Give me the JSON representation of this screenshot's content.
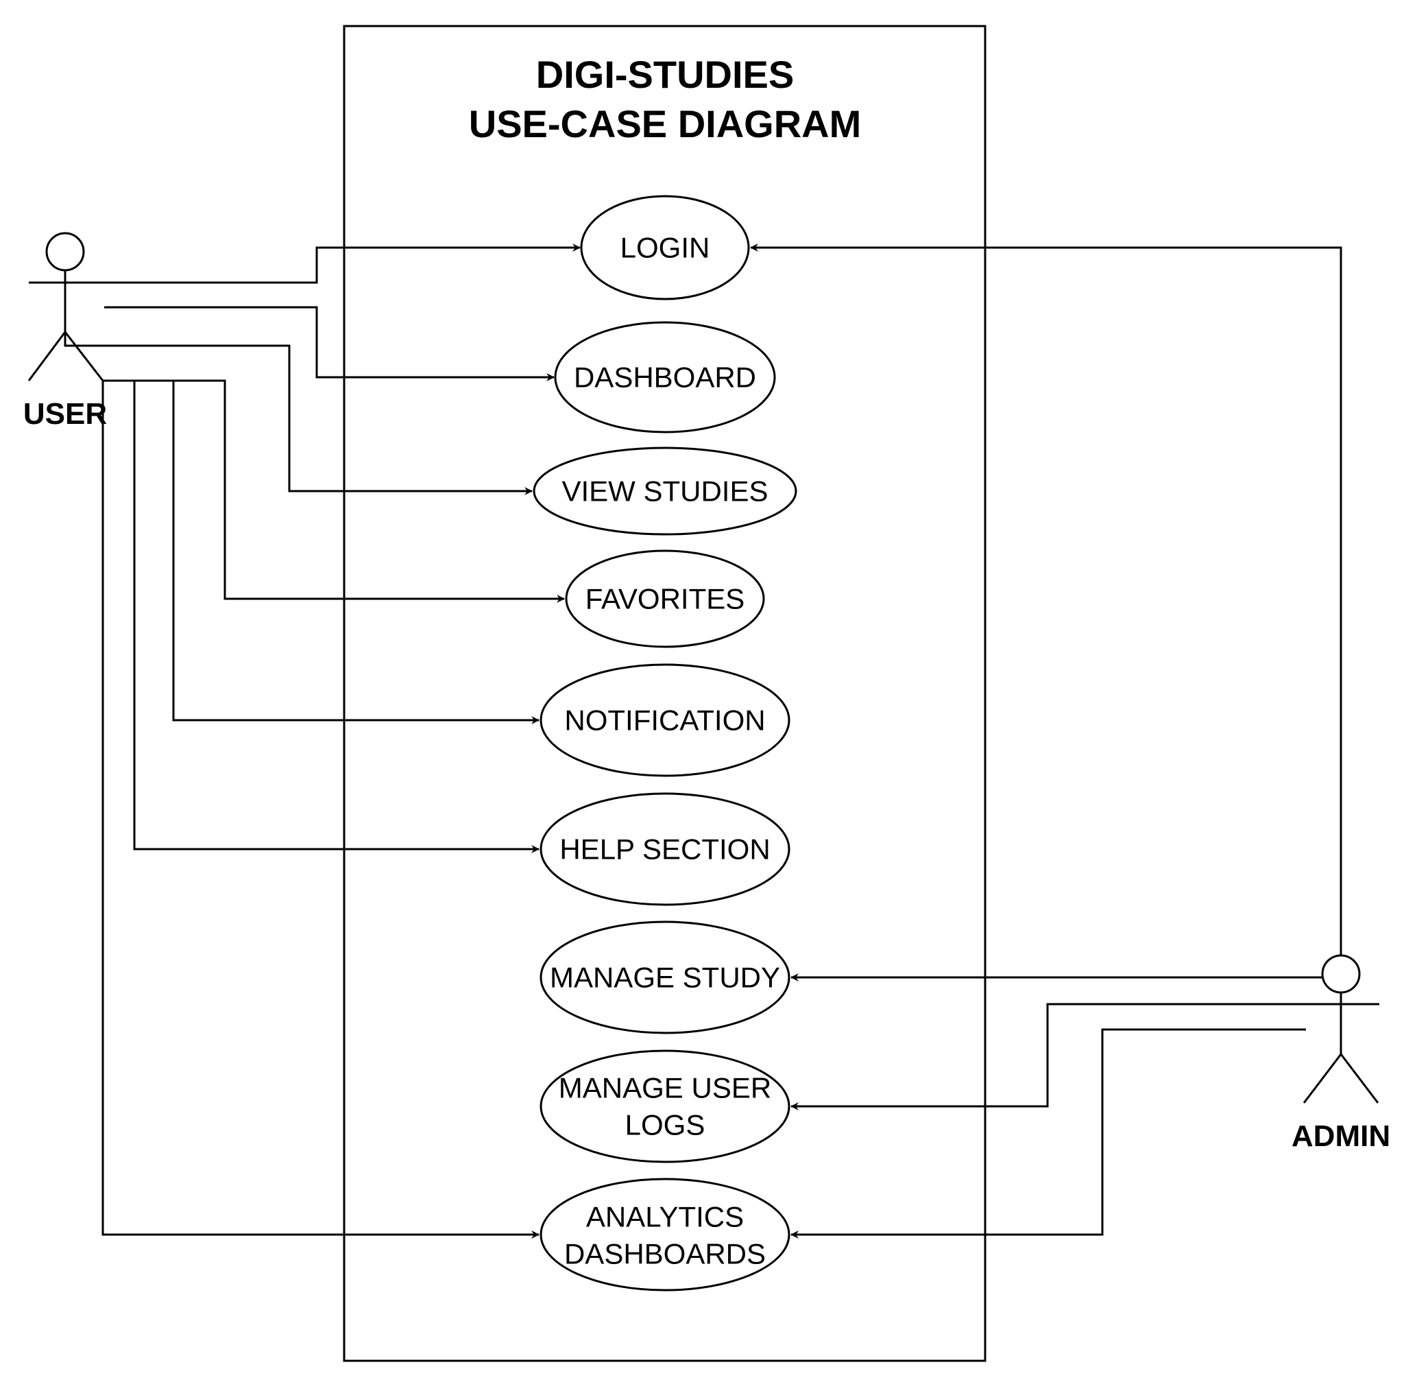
{
  "diagram": {
    "title_line1": "DIGI-STUDIES",
    "title_line2": "USE-CASE DIAGRAM",
    "actors": {
      "user": "USER",
      "admin": "ADMIN"
    },
    "use_cases": {
      "login": "LOGIN",
      "dashboard": "DASHBOARD",
      "view_studies": "VIEW STUDIES",
      "favorites": "FAVORITES",
      "notification": "NOTIFICATION",
      "help_section": "HELP SECTION",
      "manage_study": "MANAGE STUDY",
      "manage_user_logs_line1": "MANAGE USER",
      "manage_user_logs_line2": "LOGS",
      "analytics_dashboards_line1": "ANALYTICS",
      "analytics_dashboards_line2": "DASHBOARDS"
    }
  }
}
